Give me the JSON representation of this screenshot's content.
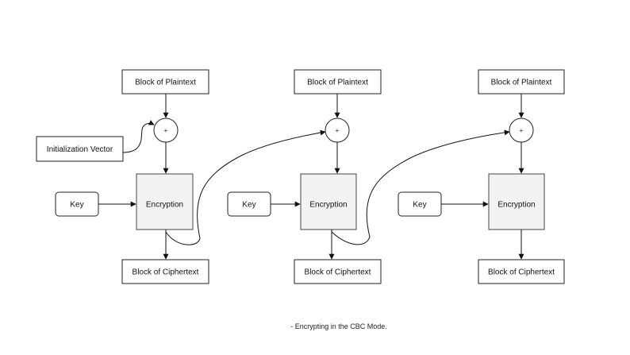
{
  "blocks": [
    {
      "plaintext": "Block of Plaintext",
      "xor": "+",
      "key": "Key",
      "encryption": "Encryption",
      "ciphertext": "Block of Ciphertext"
    },
    {
      "plaintext": "Block of Plaintext",
      "xor": "+",
      "key": "Key",
      "encryption": "Encryption",
      "ciphertext": "Block of Ciphertext"
    },
    {
      "plaintext": "Block of Plaintext",
      "xor": "+",
      "key": "Key",
      "encryption": "Encryption",
      "ciphertext": "Block of Ciphertext"
    }
  ],
  "iv": "Initialization Vector",
  "caption": "- Encrypting in the CBC Mode."
}
